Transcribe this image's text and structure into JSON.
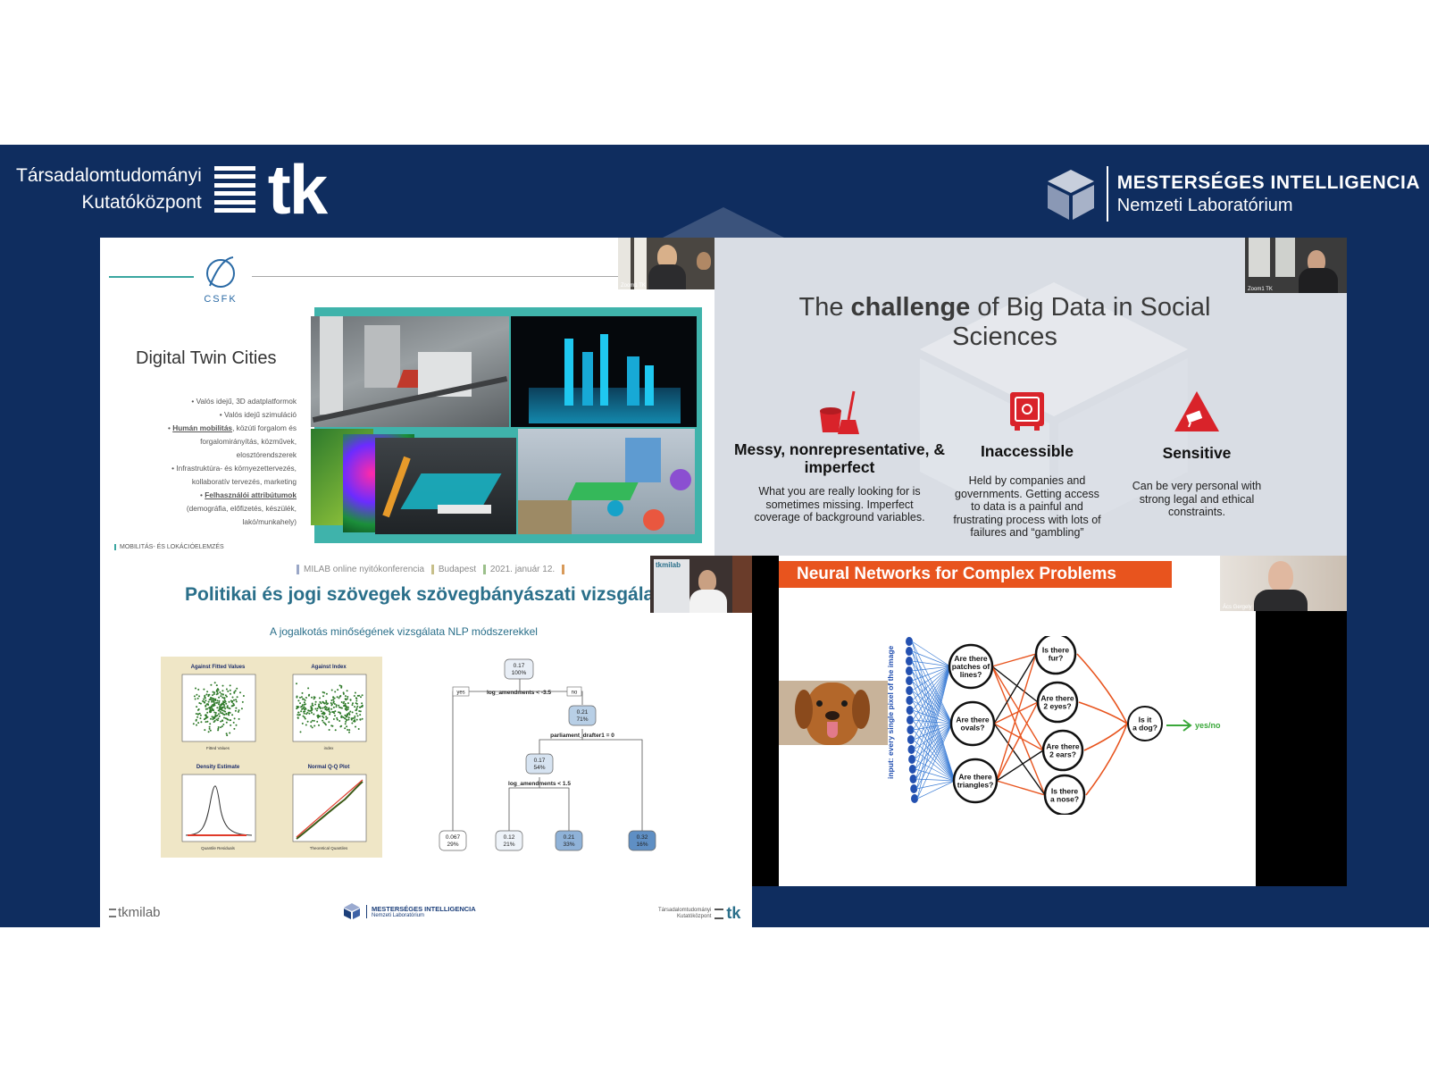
{
  "header": {
    "tk_line1": "Társadalomtudományi",
    "tk_line2": "Kutatóközpont",
    "tk_mark": "tk",
    "mi_line1": "MESTERSÉGES INTELLIGENCIA",
    "mi_line2": "Nemzeti Laboratórium",
    "colors": {
      "background": "#0f2d5f",
      "accent": "#3fb3ab"
    }
  },
  "panel_digital_twin": {
    "logo_text": "CSFK",
    "title": "Digital Twin Cities",
    "bullets": [
      {
        "text": "Valós idejű, 3D adatplatformok"
      },
      {
        "text": "Valós idejű szimuláció"
      },
      {
        "em": "Humán mobilitás",
        "text": ", közúti forgalom és"
      },
      {
        "text": "forgalomirányítás, közművek,"
      },
      {
        "text": "elosztórendszerek"
      },
      {
        "text": "Infrastruktúra- és környezettervezés,"
      },
      {
        "text": "kollaboratív tervezés, marketing"
      },
      {
        "em": "Felhasználói attribútumok",
        "text": ""
      },
      {
        "text": "(demográfia, előfizetés, készülék,"
      },
      {
        "text": "lakó/munkahely)"
      }
    ],
    "footer": "MOBILITÁS- ÉS LOKÁCIÓELEMZÉS",
    "camera_label": "Zoom1 TK"
  },
  "panel_big_data": {
    "title_pre": "The ",
    "title_bold": "challenge",
    "title_post": " of Big Data in Social Sciences",
    "camera_label": "Zoom1 TK",
    "columns": [
      {
        "icon": "bucket-broom-icon",
        "head": "Messy, nonrepresentative, & imperfect",
        "body": "What you are really looking for is sometimes missing. Imperfect coverage of background variables."
      },
      {
        "icon": "safe-icon",
        "head": "Inaccessible",
        "body": "Held by companies and governments. Getting access to data is a painful and frustrating process with lots of failures and “gambling”"
      },
      {
        "icon": "warning-camera-icon",
        "head": "Sensitive",
        "body": "Can be very personal with strong legal and ethical constraints."
      }
    ],
    "accent": "#d9232a"
  },
  "panel_text_mining": {
    "conference": [
      "MILAB online nyitókonferencia",
      "Budapest",
      "2021. január 12."
    ],
    "title": "Politikai és jogi szövegek szövegbányászati vizsgálata",
    "subtitle": "A jogalkotás minőségének vizsgálata NLP módszerekkel",
    "diag_titles": [
      "Against Fitted Values",
      "Against Index",
      "Density Estimate",
      "Normal Q-Q Plot"
    ],
    "diag_xlabels": [
      "Fitted Values",
      "index",
      "Quantile Residuals",
      "Theoretical Quantiles"
    ],
    "tree": {
      "root": [
        "0.17",
        "100%"
      ],
      "yes": "yes",
      "no": "no",
      "split1": "log_amendments < -3.5",
      "n2": [
        "0.21",
        "71%"
      ],
      "split2": "parliament_drafter1 = 0",
      "n3": [
        "0.17",
        "54%"
      ],
      "split3": "log_amendments < 1.5",
      "leaves": [
        [
          "0.067",
          "29%"
        ],
        [
          "0.12",
          "21%"
        ],
        [
          "0.21",
          "33%"
        ],
        [
          "0.32",
          "16%"
        ]
      ]
    },
    "footer_left": "tkmilab",
    "footer_center1": "MESTERSÉGES INTELLIGENCIA",
    "footer_center2": "Nemzeti Laboratórium",
    "footer_right1": "Társadalomtudományi",
    "footer_right2": "Kutatóközpont",
    "footer_right_mark": "tk",
    "camera_label": "tkmilab"
  },
  "panel_neural": {
    "banner": "Neural Networks for Complex Problems",
    "input_label": "input: every single pixel of the image",
    "layer1": [
      "Are there patches of lines?",
      "Are there ovals?",
      "Are there triangles?"
    ],
    "layer2": [
      "Is there fur?",
      "Are there 2 eyes?",
      "Are there 2 ears?",
      "Is there a nose?"
    ],
    "output": "Is it a dog?",
    "answer": "yes/no",
    "camera_label": "Ács Gergely"
  }
}
